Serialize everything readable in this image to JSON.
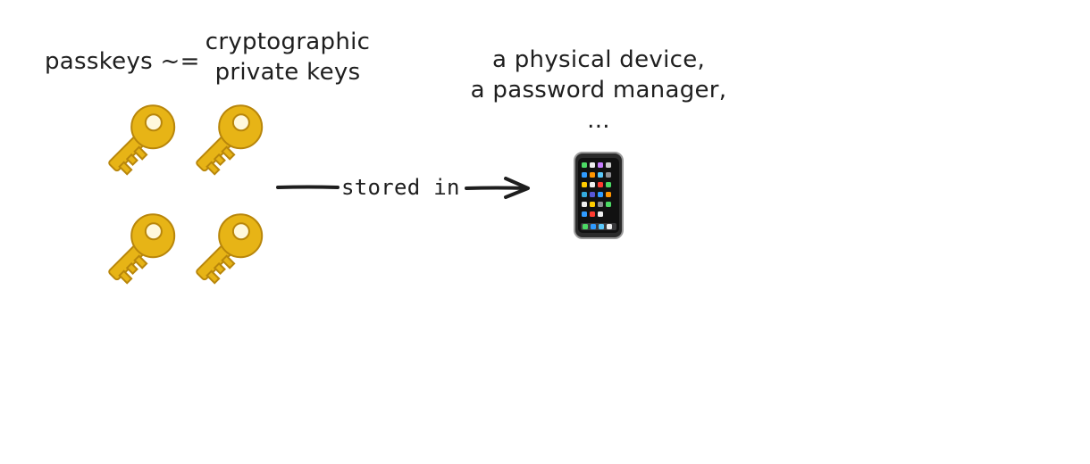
{
  "labels": {
    "passkeys": "passkeys ~=",
    "private_keys_line1": "cryptographic",
    "private_keys_line2": "private keys",
    "storage_line1": "a physical device,",
    "storage_line2": "a password manager,",
    "storage_line3": "...",
    "arrow": "stored in"
  },
  "icons": {
    "keys": [
      "key-icon",
      "key-icon",
      "key-icon",
      "key-icon"
    ],
    "device": "smartphone-icon"
  },
  "colors": {
    "ink": "#1e1e1e",
    "key_gold": "#e7b416",
    "key_shadow": "#b8860b",
    "key_highlight": "#ffe066",
    "phone_body": "#2b2b2b"
  }
}
